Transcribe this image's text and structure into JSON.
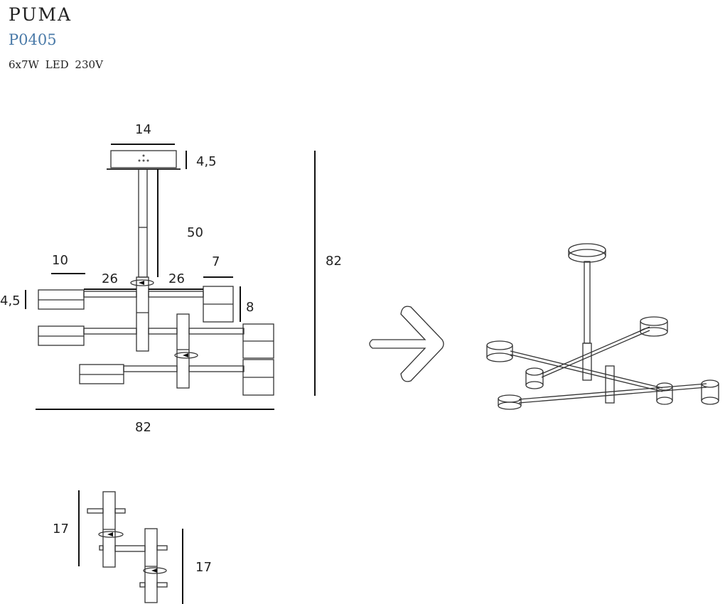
{
  "product": {
    "name": "PUMA",
    "code": "P0405",
    "spec": "6x7W LED 230V"
  },
  "dimensions": {
    "canopy_width": "14",
    "canopy_height": "4,5",
    "stem_length": "50",
    "arm_left": "26",
    "arm_right": "26",
    "head_length": "10",
    "head_depth": "4,5",
    "head_width": "7",
    "head_height": "8",
    "total_height": "82",
    "total_width": "82",
    "node_a_height": "17",
    "node_b_height": "17"
  },
  "icons": {
    "arrow": "arrow-right-icon"
  }
}
